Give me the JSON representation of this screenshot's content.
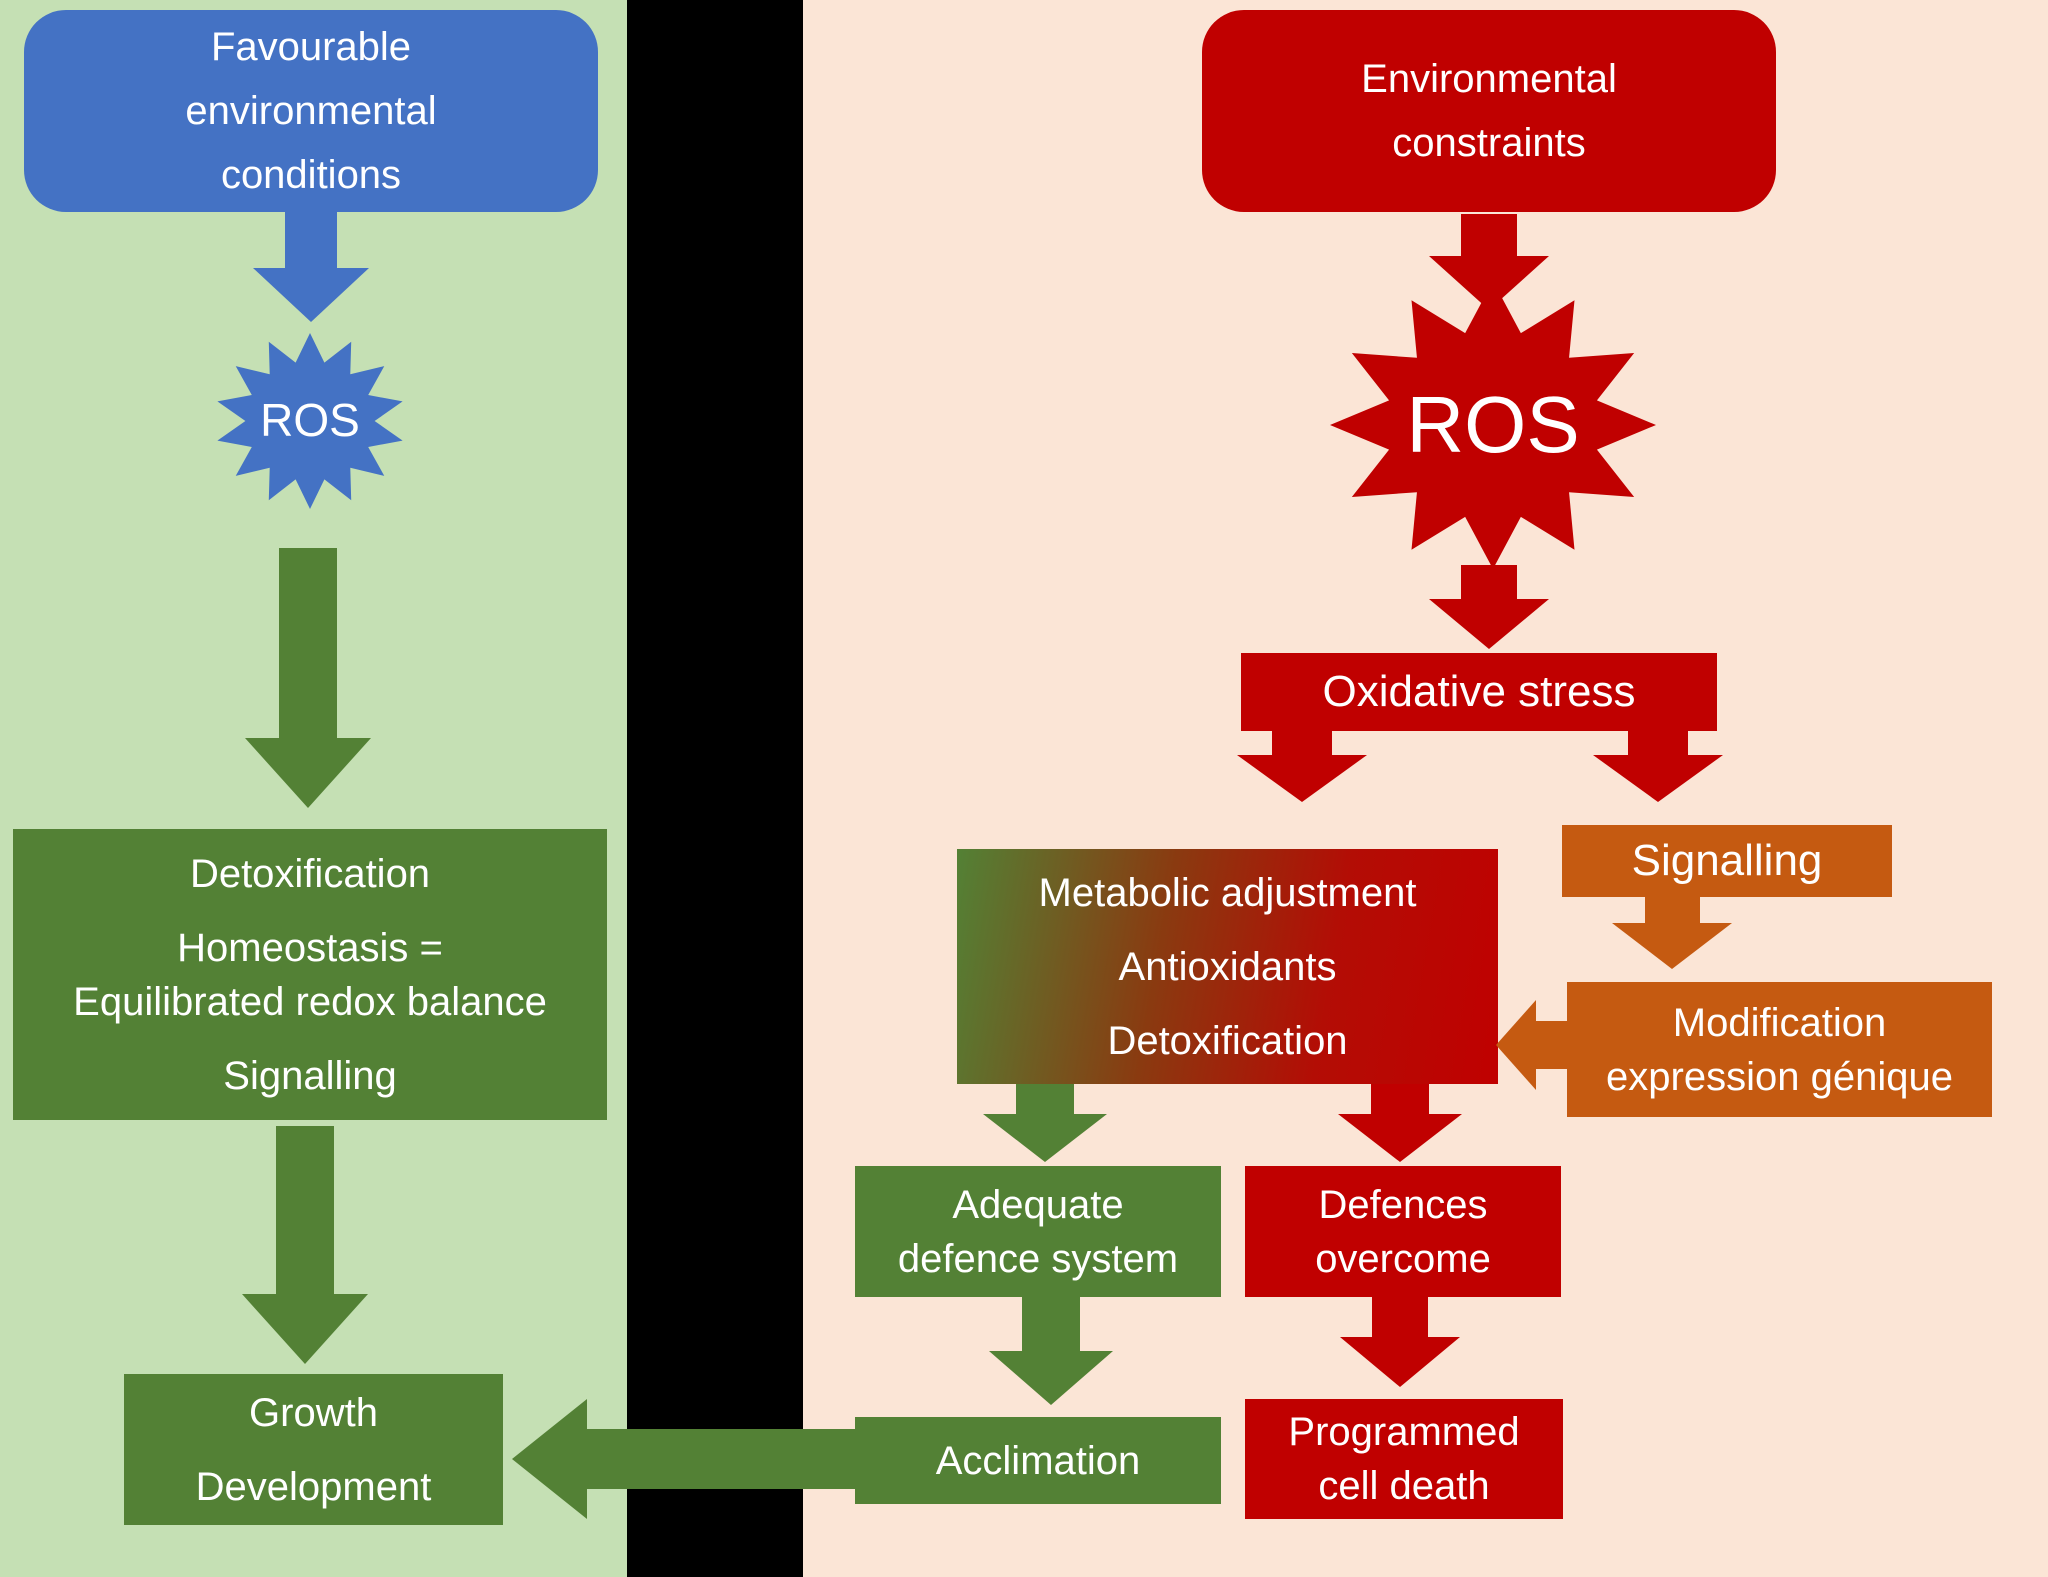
{
  "colors": {
    "blue": "#4472c4",
    "green": "#538135",
    "red": "#c00000",
    "orange": "#c55a11",
    "leftbg": "#c5e0b4",
    "rightbg": "#fbe5d6",
    "divider": "#000000",
    "text": "#ffffff"
  },
  "left_panel": {
    "favourable_box": {
      "lines": [
        "Favourable",
        "environmental",
        "conditions"
      ]
    },
    "ros_label": "ROS",
    "detox_box": {
      "lines": [
        "Detoxification",
        "Homeostasis =",
        "Equilibrated redox balance",
        "Signalling"
      ]
    },
    "growth_box": {
      "lines": [
        "Growth",
        "Development"
      ]
    }
  },
  "right_panel": {
    "constraints_box": {
      "lines": [
        "Environmental",
        "constraints"
      ]
    },
    "ros_label": "ROS",
    "oxidative_box": {
      "label": "Oxidative stress"
    },
    "metabolic_box": {
      "lines": [
        "Metabolic adjustment",
        "Antioxidants",
        "Detoxification"
      ]
    },
    "signalling_box": {
      "label": "Signalling"
    },
    "modification_box": {
      "lines": [
        "Modification",
        "expression génique"
      ]
    },
    "adequate_box": {
      "lines": [
        "Adequate",
        "defence system"
      ]
    },
    "defences_box": {
      "lines": [
        "Defences",
        "overcome"
      ]
    },
    "acclimation_box": {
      "label": "Acclimation"
    },
    "pcd_box": {
      "lines": [
        "Programmed",
        "cell death"
      ]
    }
  }
}
